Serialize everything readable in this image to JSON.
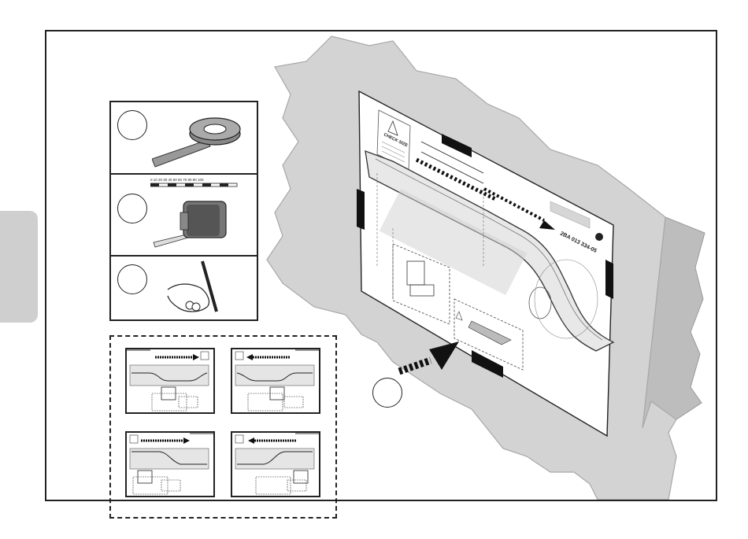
{
  "sidebar": {
    "tab": "section-tab"
  },
  "tools": {
    "items": [
      {
        "name": "adhesive-tape"
      },
      {
        "name": "measuring-tape"
      },
      {
        "name": "pencil"
      }
    ],
    "ruler_scale": "0 10 20 30 40 50 60 70 80 90 100"
  },
  "template": {
    "check_size_label": "CHECK SIZE",
    "part_number": "2BA 013 334-05"
  },
  "orientations": {
    "count": 4
  },
  "colors": {
    "wall": "#d3d3d3",
    "wall_edge": "#b9b9b9",
    "sheet": "#ffffff",
    "line": "#222222"
  }
}
